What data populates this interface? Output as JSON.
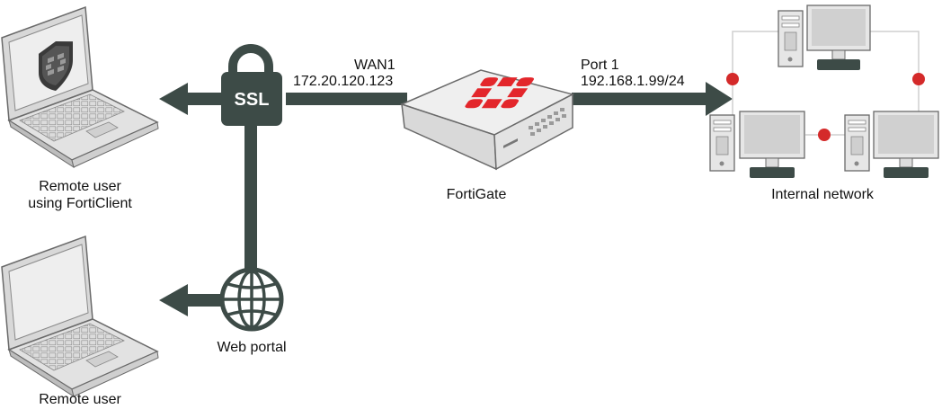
{
  "labels": {
    "wan_name": "WAN1",
    "wan_ip": "172.20.120.123",
    "port_name": "Port 1",
    "port_ip": "192.168.1.99/24",
    "fortigate": "FortiGate",
    "internal": "Internal network",
    "remote_client_line1": "Remote user",
    "remote_client_line2": "using FortiClient",
    "remote_user": "Remote user",
    "web_portal": "Web portal",
    "ssl": "SSL"
  },
  "colors": {
    "connector": "#3d4b47",
    "link_dot": "#d42a2a",
    "fortinet_red": "#e3262b",
    "device_gray": "#e6e6e6",
    "outline": "#6a6a6a"
  },
  "icons": [
    "shield-icon",
    "lock-icon",
    "globe-icon",
    "fortinet-logo"
  ]
}
